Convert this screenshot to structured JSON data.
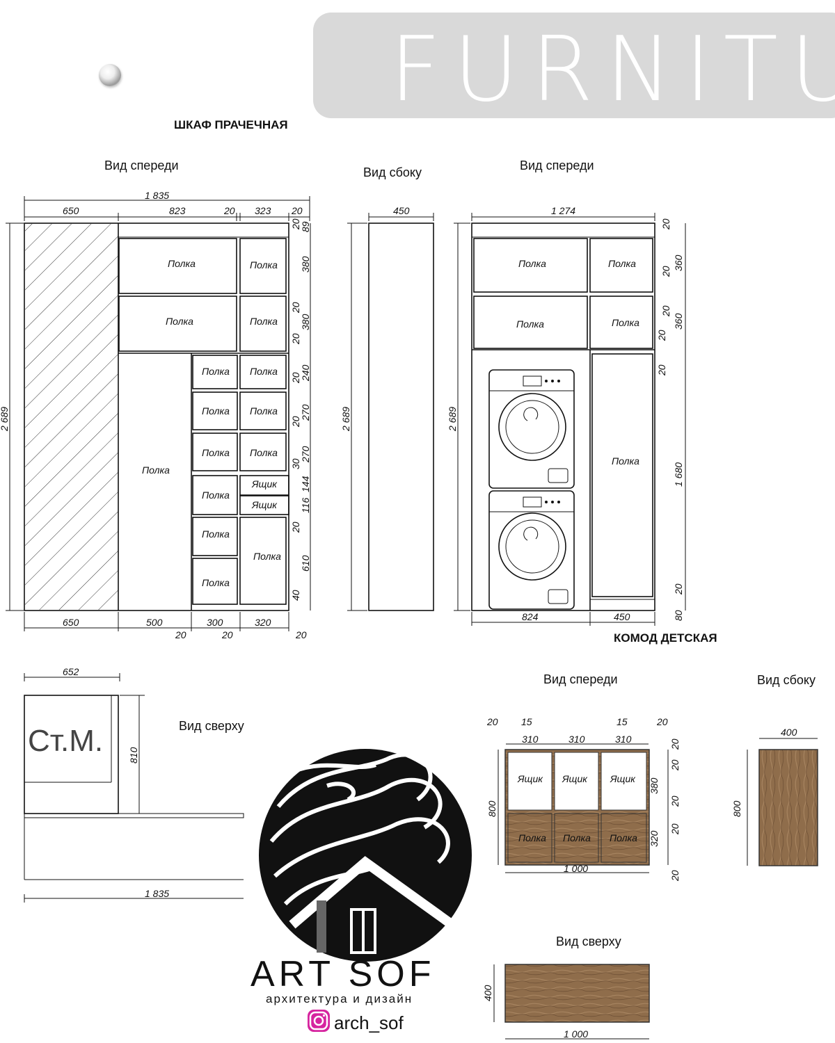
{
  "banner": {
    "title": "FURNITURE",
    "bg_color": "#d9d9d9",
    "text_color": "#ffffff"
  },
  "laundry": {
    "title": "ШКАФ ПРАЧЕЧНАЯ",
    "front_view_title": "Вид спереди",
    "side_view_title": "Вид сбоку",
    "front2_view_title": "Вид спереди",
    "top_view_title": "Вид сверху",
    "dims": {
      "total_width": "1 835",
      "w650": "650",
      "w823": "823",
      "w20": "20",
      "w323": "323",
      "height": "2 689",
      "side_depth": "450",
      "front2_width": "1 274",
      "b650": "650",
      "b500": "500",
      "b300": "300",
      "b320": "320",
      "b824": "824",
      "b450": "450",
      "top_depth": "652",
      "top_810": "810",
      "top_1835": "1 835"
    },
    "right_dims": [
      "20",
      "89",
      "380",
      "20",
      "380",
      "20",
      "20",
      "240",
      "20",
      "270",
      "30",
      "270",
      "144",
      "116",
      "20",
      "610",
      "40"
    ],
    "front2_right_dims": [
      "20",
      "20",
      "360",
      "20",
      "360",
      "20",
      "20",
      "1 680",
      "20",
      "80"
    ],
    "shelf_label": "Полка",
    "drawer_label": "Ящик",
    "washer_label": "Ст.М."
  },
  "dresser": {
    "title": "КОМОД ДЕТСКАЯ",
    "front_view_title": "Вид спереди",
    "side_view_title": "Вид сбоку",
    "top_view_title": "Вид сверху",
    "dims": {
      "w20a": "20",
      "w15a": "15",
      "w15b": "15",
      "w20b": "20",
      "c310a": "310",
      "c310b": "310",
      "c310c": "310",
      "height": "800",
      "width": "1 000",
      "side_depth": "400",
      "side_height": "800",
      "top_depth": "400",
      "top_width": "1 000"
    },
    "right_dims": [
      "20",
      "20",
      "380",
      "20",
      "20",
      "320",
      "20"
    ],
    "drawer_label": "Ящик",
    "shelf_label": "Полка",
    "wood_color": "#8a6a4a"
  },
  "logo": {
    "brand": "ART SOF",
    "subtitle": "архитектура и дизайн",
    "instagram": "arch_sof",
    "instagram_icon": "instagram-icon"
  }
}
